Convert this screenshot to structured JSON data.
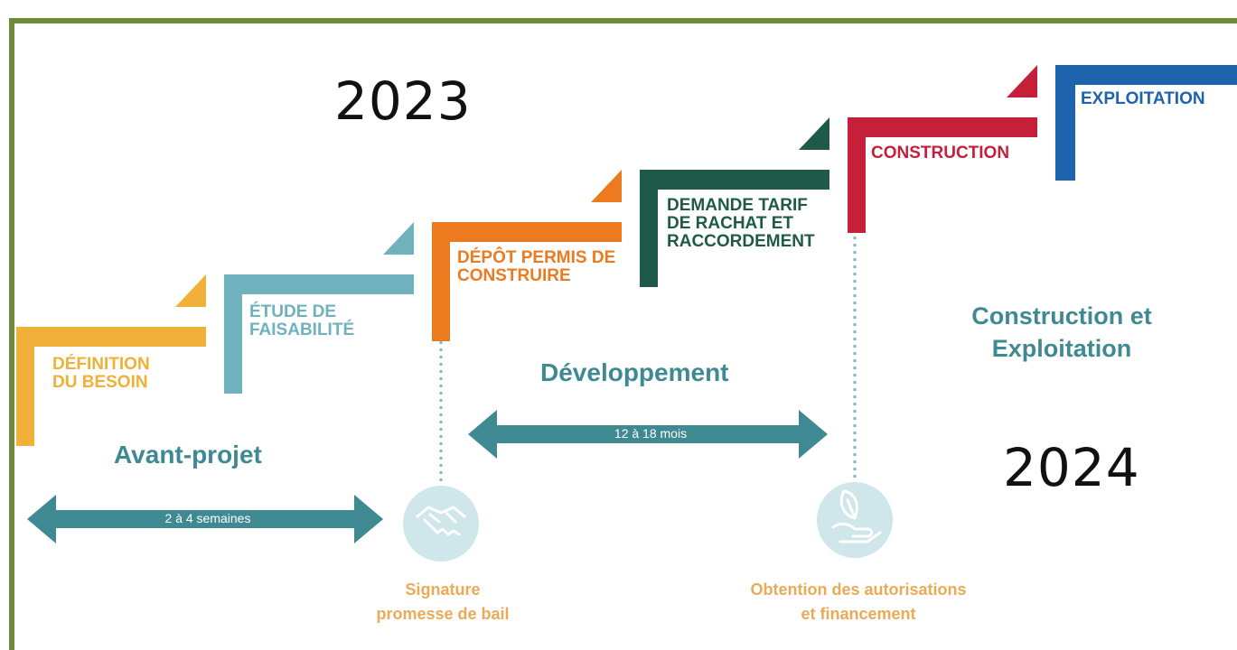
{
  "years": {
    "start": "2023",
    "end": "2024"
  },
  "steps": [
    {
      "label": "DÉFINITION DU BESOIN",
      "color": "#f0b03a"
    },
    {
      "label": "ÉTUDE DE FAISABILITÉ",
      "color": "#6fb2bd"
    },
    {
      "label": "DÉPÔT PERMIS DE CONSTRUIRE",
      "color": "#ec7b1f"
    },
    {
      "label": "DEMANDE TARIF DE RACHAT ET RACCORDEMENT",
      "color": "#1e5a47"
    },
    {
      "label": "CONSTRUCTION",
      "color": "#c61f3a"
    },
    {
      "label": "EXPLOITATION",
      "color": "#1e63ae"
    }
  ],
  "step_lines": [
    [
      "DÉFINITION",
      "DU BESOIN"
    ],
    [
      "ÉTUDE DE",
      "FAISABILITÉ"
    ],
    [
      "DÉPÔT PERMIS DE",
      "CONSTRUIRE"
    ],
    [
      "DEMANDE TARIF",
      "DE RACHAT ET",
      "RACCORDEMENT"
    ],
    [
      "CONSTRUCTION"
    ],
    [
      "EXPLOITATION"
    ]
  ],
  "phases": {
    "avant_projet": "Avant-projet",
    "developpement": "Développement",
    "construction_line1": "Construction et",
    "construction_line2": "Exploitation"
  },
  "durations": {
    "avant_projet": "2 à 4 semaines",
    "developpement": "12 à 18 mois"
  },
  "milestones": {
    "signature_line1": "Signature",
    "signature_line2": "promesse de bail",
    "obtention_line1": "Obtention des autorisations",
    "obtention_line2": "et financement",
    "signature_icon": "handshake-icon",
    "obtention_icon": "leaf-in-hand-icon"
  },
  "colors": {
    "frame": "#6e8b3d",
    "arrow": "#3f8a92",
    "milestone_text": "#e9ab57",
    "icon_circle": "#cfe6ea"
  }
}
